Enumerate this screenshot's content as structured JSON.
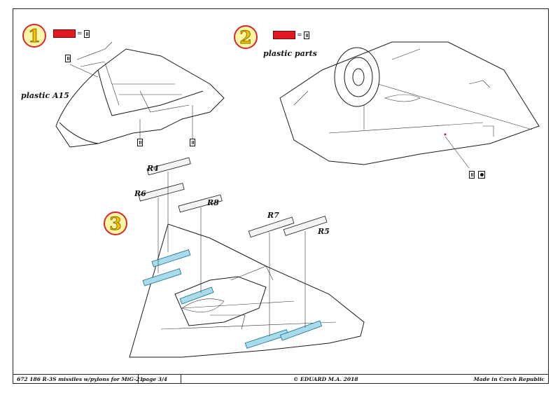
{
  "steps": {
    "s1": "1",
    "s2": "2",
    "s3": "3"
  },
  "legend": {
    "equals": "="
  },
  "labels": {
    "plastic_a15": "plastic A15",
    "plastic_parts": "plastic parts"
  },
  "parts": {
    "r4": "R4",
    "r6": "R6",
    "r8": "R8",
    "r7": "R7",
    "r5": "R5"
  },
  "footer": {
    "code": "672 186  R-3S missiles w/pylons for MiG-21",
    "page": "page 3/4",
    "copyright": "© EDUARD  M.A. 2018",
    "made_in": "Made in Czech Republic"
  },
  "colors": {
    "remove_swatch": "#e01a22",
    "photo_etch": "#a9dbea",
    "badge_fill": "#fff7a8",
    "badge_ring": "#d9262b"
  },
  "icons": [
    "parts-icon",
    "bend-icon",
    "remove-swatch"
  ]
}
